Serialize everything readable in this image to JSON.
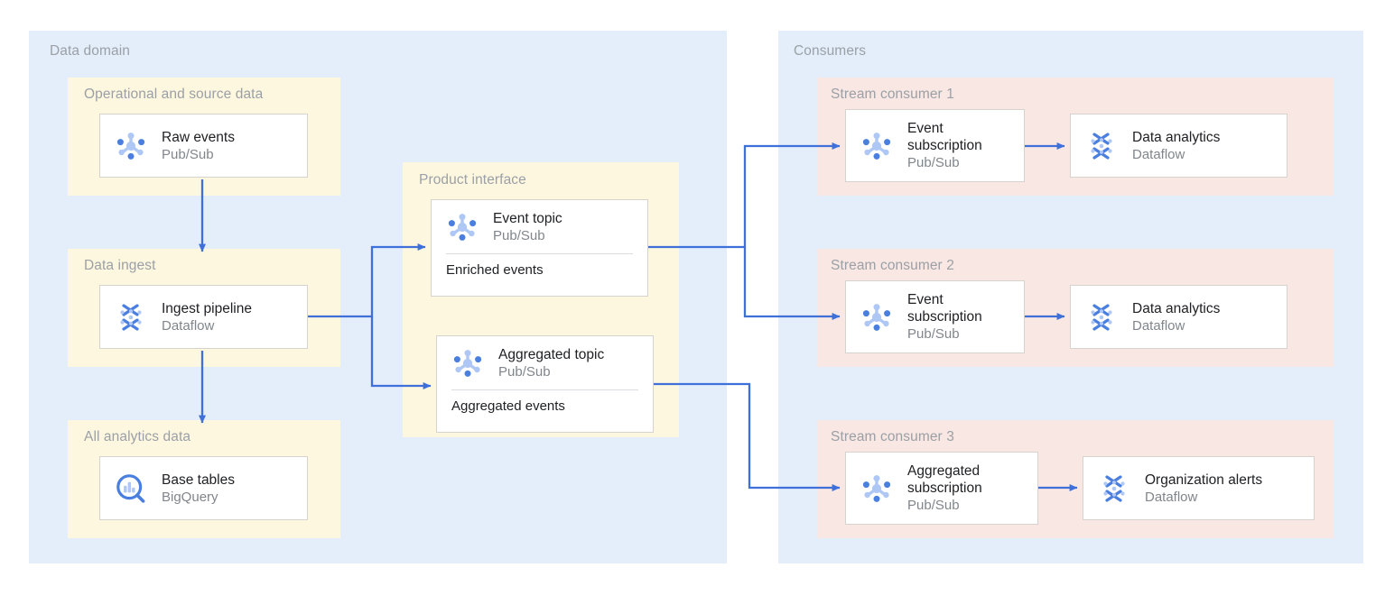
{
  "colors": {
    "outer_panel": "#e4eefb",
    "group_yellow": "#fef7e0",
    "group_pink": "#f9e7e3",
    "card_bg": "#ffffff",
    "card_border": "#d6d3cf",
    "arrow": "#3f6fd8",
    "title_text": "#202124",
    "subtitle_text": "#80868b",
    "group_label_text": "#9aa0a6",
    "icon_blue_dark": "#4a7fe0",
    "icon_blue_light": "#aec7f5"
  },
  "domains": {
    "data_domain": {
      "label": "Data domain",
      "groups": {
        "operational": {
          "label": "Operational and source data"
        },
        "ingest": {
          "label": "Data ingest"
        },
        "analytics": {
          "label": "All analytics data"
        },
        "product_interface": {
          "label": "Product interface"
        }
      }
    },
    "consumers": {
      "label": "Consumers",
      "groups": {
        "stream1": {
          "label": "Stream consumer 1"
        },
        "stream2": {
          "label": "Stream consumer 2"
        },
        "stream3": {
          "label": "Stream consumer 3"
        }
      }
    }
  },
  "cards": {
    "raw_events": {
      "title": "Raw events",
      "subtitle": "Pub/Sub",
      "icon": "pubsub-icon"
    },
    "ingest_pipeline": {
      "title": "Ingest pipeline",
      "subtitle": "Dataflow",
      "icon": "dataflow-icon"
    },
    "base_tables": {
      "title": "Base tables",
      "subtitle": "BigQuery",
      "icon": "bigquery-icon"
    },
    "event_topic": {
      "title": "Event topic",
      "subtitle": "Pub/Sub",
      "footer": "Enriched events",
      "icon": "pubsub-icon"
    },
    "aggregated_topic": {
      "title": "Aggregated topic",
      "subtitle": "Pub/Sub",
      "footer": "Aggregated events",
      "icon": "pubsub-icon"
    },
    "event_sub_1": {
      "title": "Event\nsubscription",
      "subtitle": "Pub/Sub",
      "icon": "pubsub-icon"
    },
    "data_analytics_1": {
      "title": "Data analytics",
      "subtitle": "Dataflow",
      "icon": "dataflow-icon"
    },
    "event_sub_2": {
      "title": "Event\nsubscription",
      "subtitle": "Pub/Sub",
      "icon": "pubsub-icon"
    },
    "data_analytics_2": {
      "title": "Data analytics",
      "subtitle": "Dataflow",
      "icon": "dataflow-icon"
    },
    "aggregated_sub_3": {
      "title": "Aggregated\nsubscription",
      "subtitle": "Pub/Sub",
      "icon": "pubsub-icon"
    },
    "org_alerts": {
      "title": "Organization alerts",
      "subtitle": "Dataflow",
      "icon": "dataflow-icon"
    }
  },
  "flows": [
    {
      "from": "raw_events",
      "to": "ingest_pipeline",
      "direction": "down"
    },
    {
      "from": "ingest_pipeline",
      "to": "base_tables",
      "direction": "down"
    },
    {
      "from": "ingest_pipeline",
      "to": "event_topic",
      "direction": "right"
    },
    {
      "from": "ingest_pipeline",
      "to": "aggregated_topic",
      "direction": "right"
    },
    {
      "from": "event_topic",
      "to": "event_sub_1",
      "direction": "right"
    },
    {
      "from": "event_topic",
      "to": "event_sub_2",
      "direction": "right"
    },
    {
      "from": "aggregated_topic",
      "to": "aggregated_sub_3",
      "direction": "right"
    },
    {
      "from": "event_sub_1",
      "to": "data_analytics_1",
      "direction": "right"
    },
    {
      "from": "event_sub_2",
      "to": "data_analytics_2",
      "direction": "right"
    },
    {
      "from": "aggregated_sub_3",
      "to": "org_alerts",
      "direction": "right"
    }
  ]
}
